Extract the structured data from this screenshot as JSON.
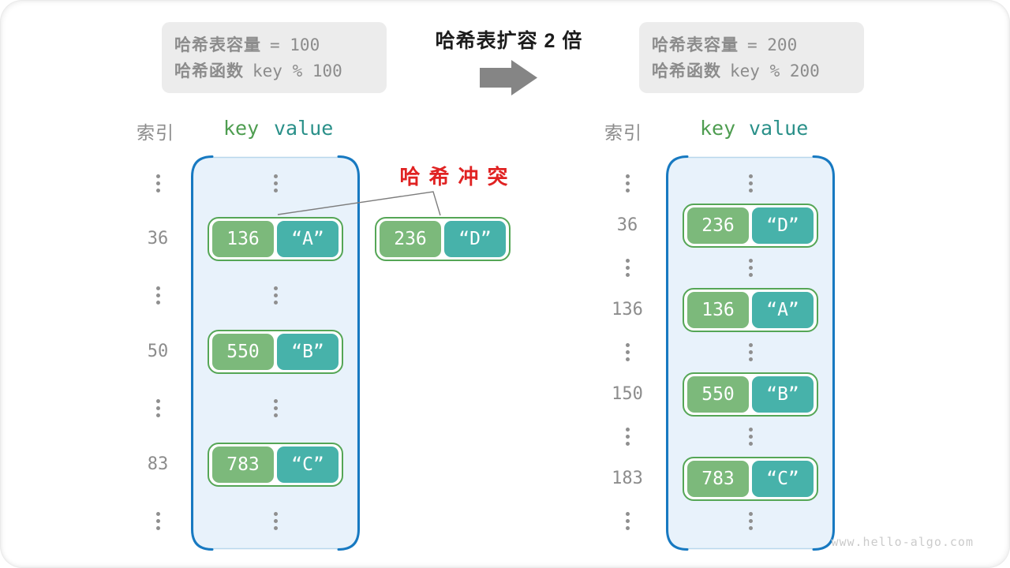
{
  "top": {
    "left_box": {
      "line1_label": "哈希表容量",
      "line1_value": "= 100",
      "line2_label": "哈希函数",
      "line2_value": "key % 100"
    },
    "title": "哈希表扩容 2 倍",
    "right_box": {
      "line1_label": "哈希表容量",
      "line1_value": "= 200",
      "line2_label": "哈希函数",
      "line2_value": "key % 200"
    }
  },
  "left_table": {
    "index_header": "索引",
    "key_header": "key",
    "value_header": "value",
    "rows": [
      {
        "type": "dots"
      },
      {
        "type": "pair",
        "index": "36",
        "key": "136",
        "value": "“A”"
      },
      {
        "type": "dots"
      },
      {
        "type": "pair",
        "index": "50",
        "key": "550",
        "value": "“B”"
      },
      {
        "type": "dots"
      },
      {
        "type": "pair",
        "index": "83",
        "key": "783",
        "value": "“C”"
      },
      {
        "type": "dots"
      }
    ]
  },
  "right_table": {
    "index_header": "索引",
    "key_header": "key",
    "value_header": "value",
    "rows": [
      {
        "type": "dots"
      },
      {
        "type": "pair",
        "index": "36",
        "key": "236",
        "value": "“D”"
      },
      {
        "type": "dots"
      },
      {
        "type": "pair",
        "index": "136",
        "key": "136",
        "value": "“A”"
      },
      {
        "type": "dots"
      },
      {
        "type": "pair",
        "index": "150",
        "key": "550",
        "value": "“B”"
      },
      {
        "type": "dots"
      },
      {
        "type": "pair",
        "index": "183",
        "key": "783",
        "value": "“C”"
      },
      {
        "type": "dots"
      }
    ]
  },
  "conflict": {
    "label": "哈希冲突",
    "pair": {
      "key": "236",
      "value": "“D”"
    }
  },
  "watermark": "www.hello-algo.com",
  "colors": {
    "green_key": "#7cb97b",
    "teal_value": "#47b2aa",
    "pair_border": "#55a656",
    "container_fill": "#e8f2fb",
    "container_stroke": "#1779c1",
    "container_edge": "#b9d7ec",
    "key_text": "#4e9d50",
    "value_text": "#2a9089",
    "gray_text": "#8c8c8c",
    "dot_gray": "#8f8f8f",
    "info_bg": "#ececec",
    "arrow_gray": "#858585",
    "red": "#e02222",
    "connector": "#7d7d7d"
  }
}
